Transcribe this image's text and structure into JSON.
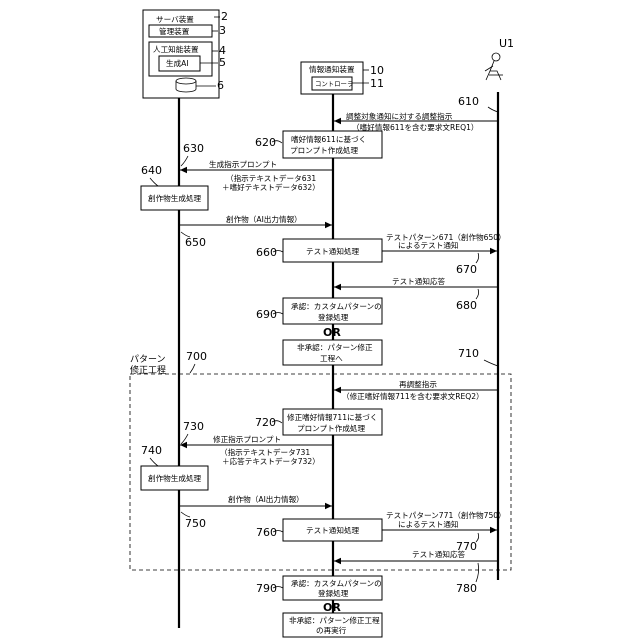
{
  "server": {
    "title": "サーバ装置",
    "manager": "管理装置",
    "ai_device": "人工知能装置",
    "gen_ai": "生成AI",
    "ref_server": "2",
    "ref_manager": "3",
    "ref_ai": "4",
    "ref_genai": "5",
    "ref_db": "6"
  },
  "notifier": {
    "title": "情報通知装置",
    "controller": "コントローラ",
    "ref_device": "10",
    "ref_controller": "11"
  },
  "user": {
    "ref": "U1"
  },
  "refs": {
    "r610": "610",
    "r620": "620",
    "r630": "630",
    "r640": "640",
    "r650": "650",
    "r660": "660",
    "r670": "670",
    "r680": "680",
    "r690": "690",
    "r700": "700",
    "r710": "710",
    "r720": "720",
    "r730": "730",
    "r740": "740",
    "r750": "750",
    "r760": "760",
    "r770": "770",
    "r780": "780",
    "r790": "790"
  },
  "msg": {
    "m610_l1": "調整対象通知に対する調整指示",
    "m610_l2": "（嗜好情報611を含む要求文REQ1）",
    "m620_l1": "嗜好情報611に基づく",
    "m620_l2": "プロンプト作成処理",
    "m630_l1": "生成指示プロンプト",
    "m630_l2": "（指示テキストデータ631",
    "m630_l3": "＋嗜好テキストデータ632）",
    "m640": "創作物生成処理",
    "m650": "創作物（AI出力情報）",
    "m660": "テスト通知処理",
    "m670_l1": "テストパターン671（創作物650）",
    "m670_l2": "によるテスト通知",
    "m680": "テスト通知応答",
    "m690_l1": "承認：カスタムパターンの",
    "m690_l2": "登録処理",
    "or1": "OR",
    "m690b_l1": "非承認：パターン修正",
    "m690b_l2": "工程へ",
    "m700_l1": "パターン",
    "m700_l2": "修正工程",
    "m710_l1": "再調整指示",
    "m710_l2": "（修正嗜好情報711を含む要求文REQ2）",
    "m720_l1": "修正嗜好情報711に基づく",
    "m720_l2": "プロンプト作成処理",
    "m730_l1": "修正指示プロンプト",
    "m730_l2": "（指示テキストデータ731",
    "m730_l3": "＋応答テキストデータ732）",
    "m740": "創作物生成処理",
    "m750": "創作物（AI出力情報）",
    "m760": "テスト通知処理",
    "m770_l1": "テストパターン771（創作物750）",
    "m770_l2": "によるテスト通知",
    "m780": "テスト通知応答",
    "m790_l1": "承認：カスタムパターンの",
    "m790_l2": "登録処理",
    "or2": "OR",
    "m790b_l1": "非承認：パターン修正工程",
    "m790b_l2": "の再実行"
  }
}
